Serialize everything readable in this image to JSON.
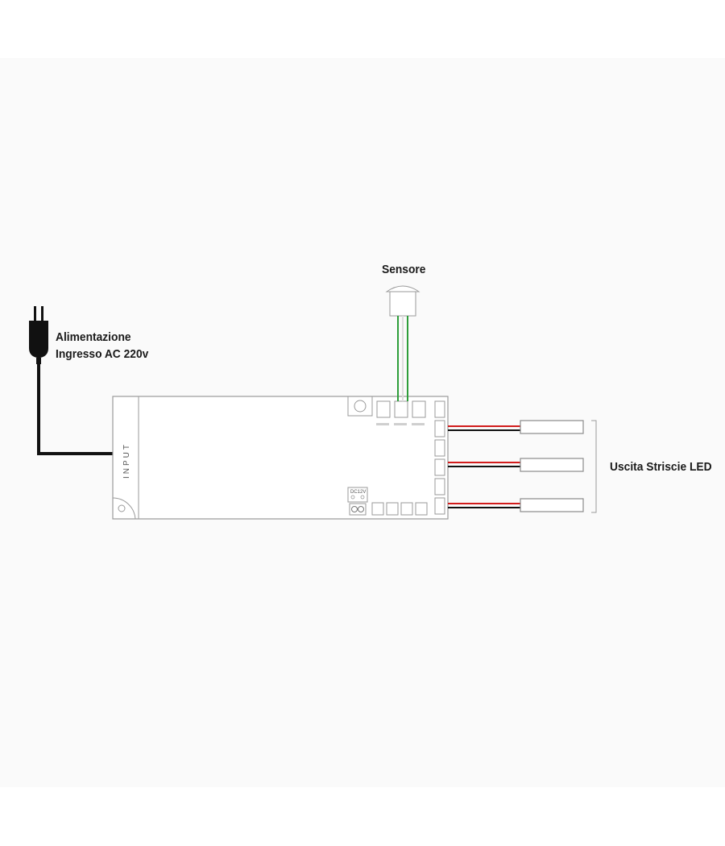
{
  "labels": {
    "sensor": "Sensore",
    "power_line1": "Alimentazione",
    "power_line2": "Ingresso AC 220v",
    "output": "Uscita Striscie LED",
    "input": "INPUT",
    "voltage": "DC12V"
  },
  "colors": {
    "background": "#ffffff",
    "panel": "#fafafa",
    "outline": "#9a9a9a",
    "cable": "#111111",
    "wire_red": "#d21c1c",
    "wire_black": "#111111",
    "wire_green": "#2e9e3a"
  },
  "icons": {
    "plug": "power-plug-icon",
    "sensor": "sensor-icon"
  }
}
